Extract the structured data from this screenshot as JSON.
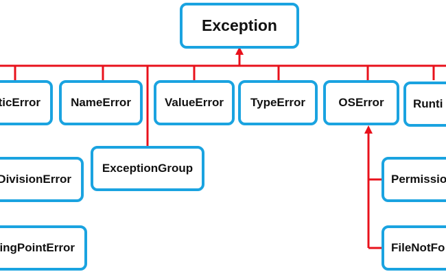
{
  "diagram": {
    "colors": {
      "connector": "#e8111b",
      "node_border": "#1aa3e0",
      "node_text": "#111111"
    },
    "root": {
      "label": "Exception"
    },
    "nodes": {
      "arithmetic_error": {
        "label": "ticError"
      },
      "name_error": {
        "label": "NameError"
      },
      "value_error": {
        "label": "ValueError"
      },
      "type_error": {
        "label": "TypeError"
      },
      "os_error": {
        "label": "OSError"
      },
      "runtime_error": {
        "label": "Runti"
      },
      "zero_division_error": {
        "label": "DivisionError"
      },
      "exception_group": {
        "label": "ExceptionGroup"
      },
      "permission_error": {
        "label": "Permissio"
      },
      "floating_point_error": {
        "label": "ingPointError"
      },
      "file_not_found_error": {
        "label": "FileNotFo"
      }
    }
  }
}
